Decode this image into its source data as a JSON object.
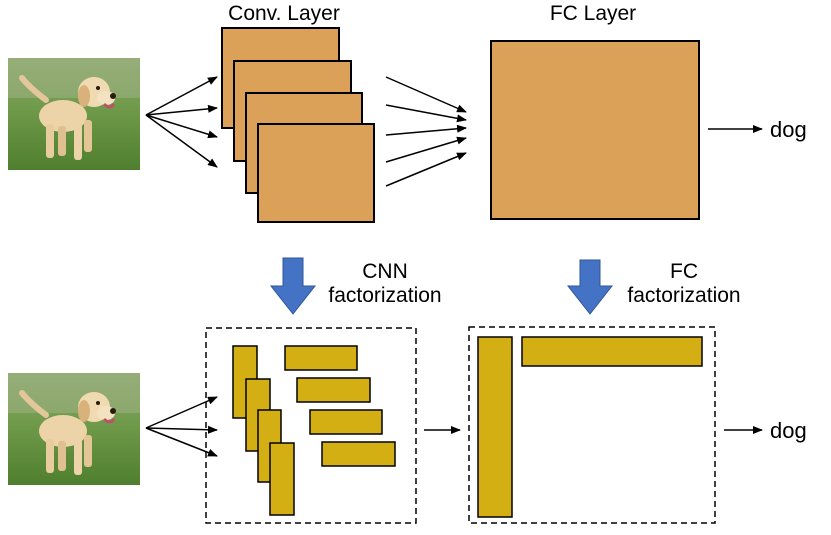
{
  "labels": {
    "conv_layer": "Conv. Layer",
    "fc_layer": "FC Layer",
    "output_top": "dog",
    "output_bottom": "dog",
    "cnn_fact_line1": "CNN",
    "cnn_fact_line2": "factorization",
    "fc_fact_line1": "FC",
    "fc_fact_line2": "factorization"
  },
  "colors": {
    "conv_fill": "#DBA158",
    "fact_fill": "#D4AF14",
    "down_arrow": "#4472C4",
    "stroke": "#000000"
  },
  "icons": {
    "input_image": "puppy-photo-icon"
  }
}
